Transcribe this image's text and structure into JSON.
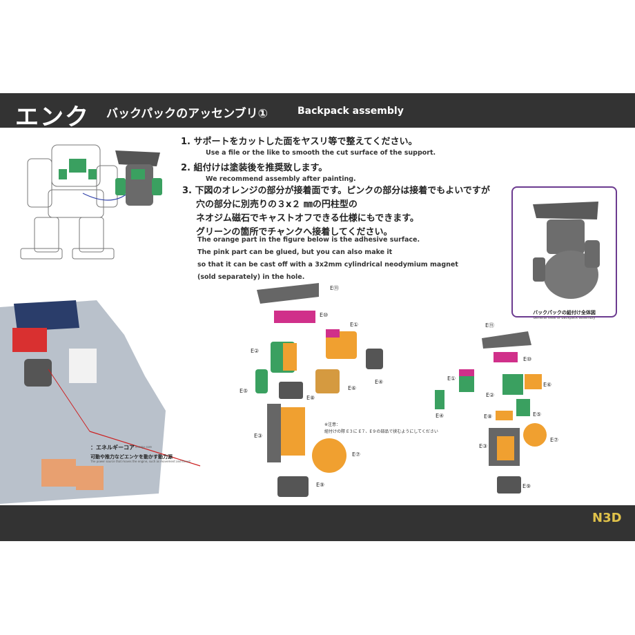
{
  "header": {
    "logo": "エンク",
    "title_jp": "バックパックのアッセンブリ①",
    "title_en": "Backpack assembly"
  },
  "steps": [
    {
      "jp": "1. サポートをカットした面をヤスリ等で整えてください。",
      "en": "Use a file or the like to smooth the cut surface of the support."
    },
    {
      "jp": "2. 組付けは塗装後を推奨致します。",
      "en": "We recommend assembly after painting."
    },
    {
      "jp_lines": [
        "3. 下図のオレンジの部分が接着面です。ピンクの部分は接着でもよいですが",
        "穴の部分に別売りの３x２ ㎜の円柱型の",
        "ネオジム磁石でキャストオフできる仕様にもできます。",
        "グリーンの箇所でチャンクへ接着してください。"
      ],
      "en_lines": [
        "The orange part in the figure below is the adhesive surface.",
        "The pink part can be glued, but you can also make it",
        "so that it can be cast off with a 3x2mm cylindrical neodymium magnet",
        "(sold separately) in the hole."
      ]
    }
  ],
  "assembly_box": {
    "caption_jp": "バックパックの組付け全体図",
    "caption_en": "General view of backpack assembly"
  },
  "energy_core": {
    "label_jp": "：エネルギーコア",
    "label_small": "energy core",
    "desc_jp": "可動や推力などエンケを動かす動力源",
    "desc_en": "The power source that moves the engine, such as movement and thrust"
  },
  "note": {
    "title": "※注意：",
    "text": "組付けの際 E３に E７、E９の部品で挟むようにしてください"
  },
  "part_labels_left": [
    "E⑪",
    "E⑩",
    "E①",
    "E②",
    "E④",
    "E⑤",
    "E⑧",
    "E⑥",
    "E③",
    "E⑦",
    "E⑨"
  ],
  "part_labels_right": [
    "E⑪",
    "E⑩",
    "E①",
    "E②",
    "E④",
    "E⑥",
    "E⑧",
    "E⑤",
    "E③",
    "E⑦",
    "E⑨"
  ],
  "brand": "N3D",
  "colors": {
    "band": "#333333",
    "orange": "#f0a030",
    "pink": "#d0308a",
    "green": "#3aa060",
    "gray": "#6a6a6a",
    "frame": "#6b3a8f"
  }
}
